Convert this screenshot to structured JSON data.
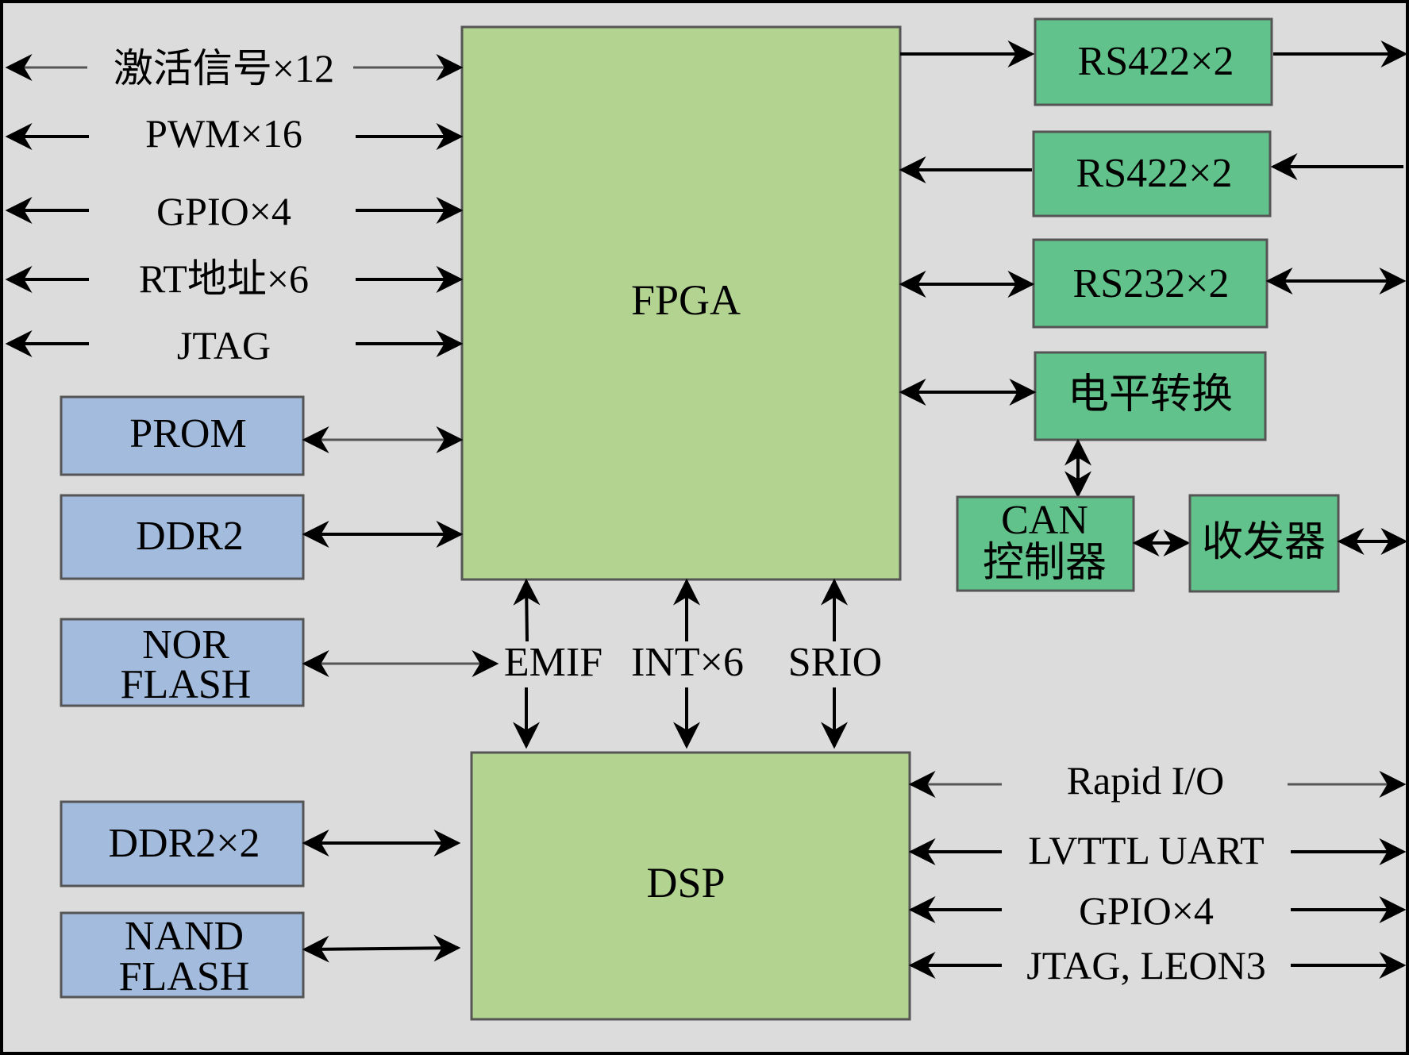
{
  "fpga": "FPGA",
  "dsp": "DSP",
  "fpga_left_signals": [
    "激活信号×12",
    "PWM×16",
    "GPIO×4",
    "RT地址×6",
    "JTAG"
  ],
  "fpga_memory": {
    "prom": "PROM",
    "ddr2": "DDR2",
    "nor_line1": "NOR",
    "nor_line2": "FLASH"
  },
  "fpga_right": {
    "rs422_out": "RS422×2",
    "rs422_in": "RS422×2",
    "rs232": "RS232×2",
    "level_shift": "电平转换",
    "can_line1": "CAN",
    "can_line2": "控制器",
    "transceiver": "收发器"
  },
  "bus": {
    "emif": "EMIF",
    "int": "INT×6",
    "srio": "SRIO"
  },
  "dsp_memory": {
    "ddr2x2": "DDR2×2",
    "nand_line1": "NAND",
    "nand_line2": "FLASH"
  },
  "dsp_right_signals": [
    "Rapid I/O",
    "LVTTL UART",
    "GPIO×4",
    "JTAG, LEON3"
  ],
  "colors": {
    "background": "#dcdcdc",
    "processor_fill": "#b3d491",
    "memory_fill": "#a3bcdd",
    "interface_fill": "#61c28b",
    "stroke": "#555555"
  }
}
